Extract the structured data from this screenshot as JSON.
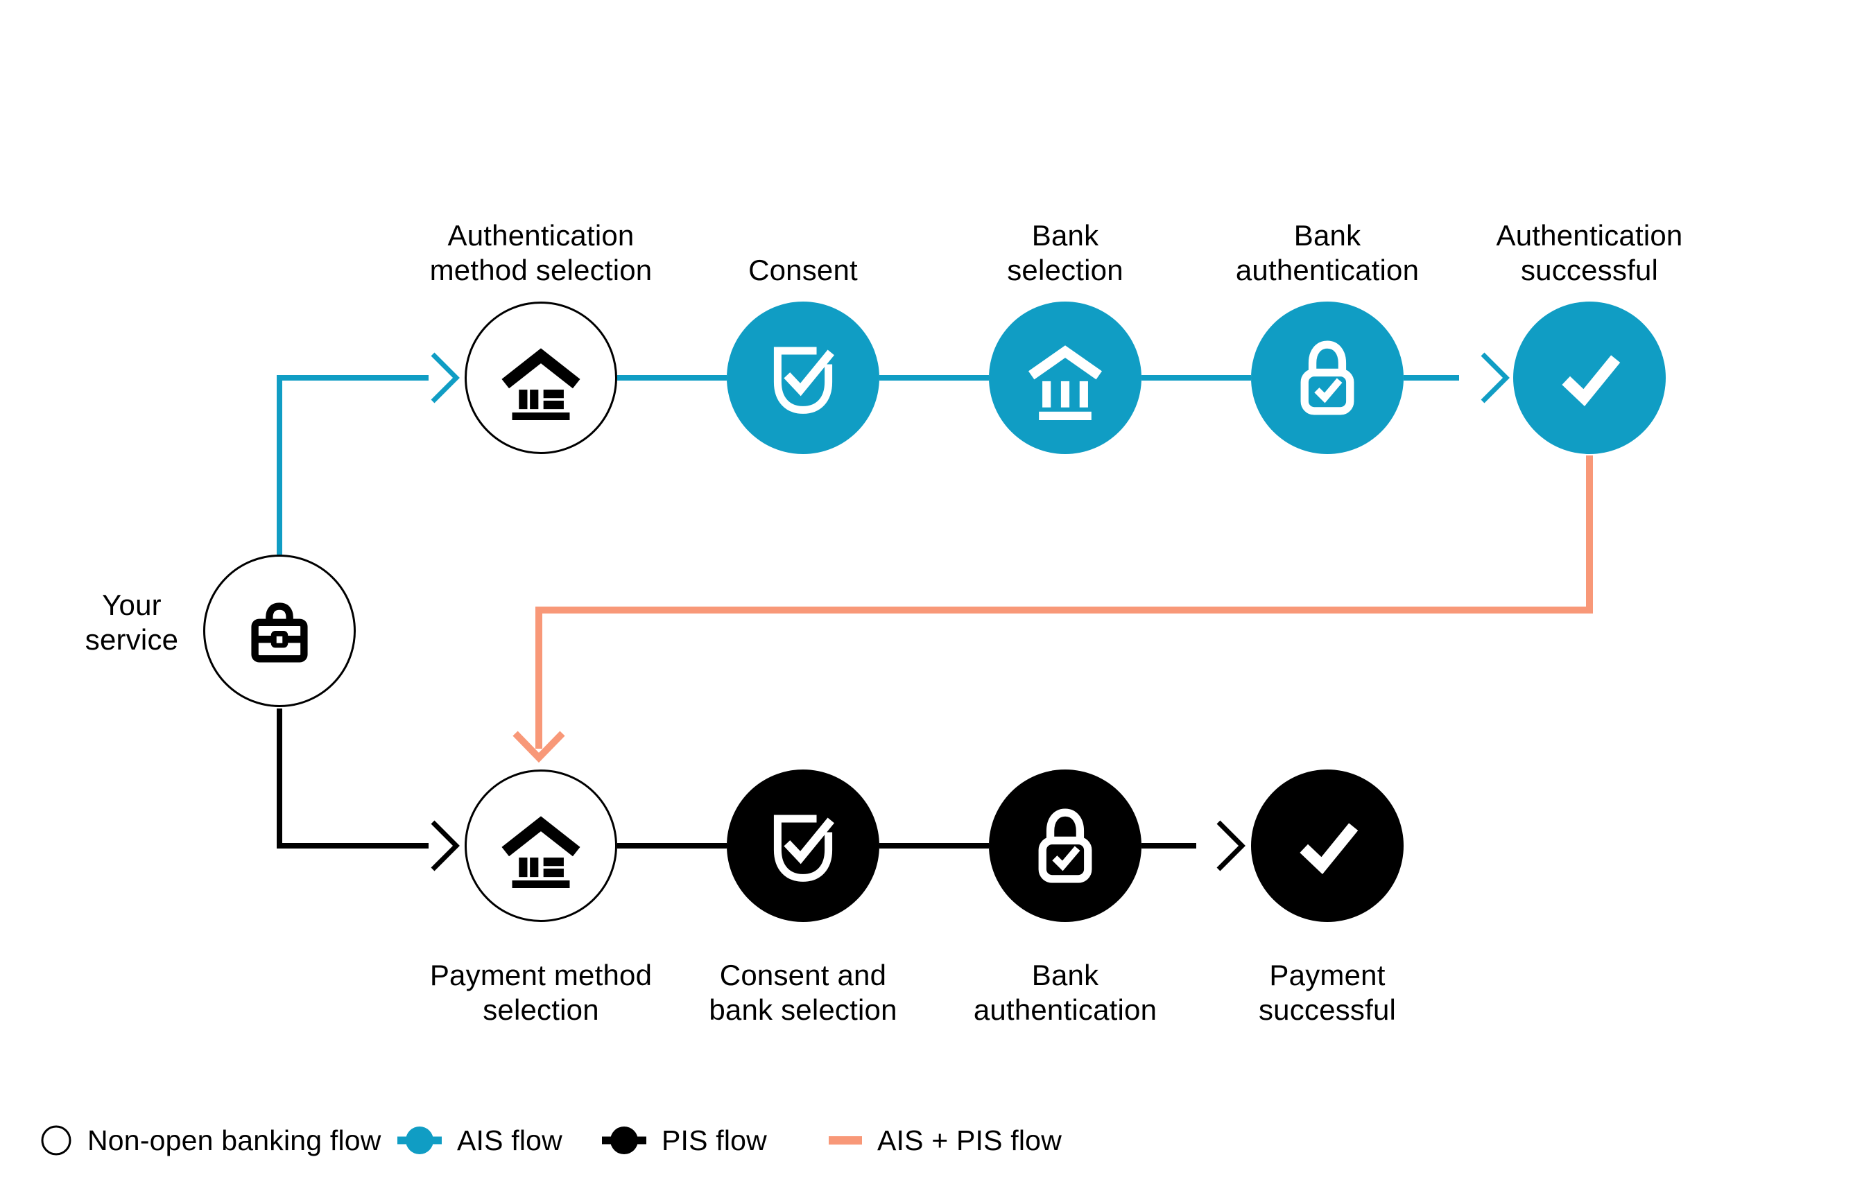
{
  "colors": {
    "ais_flow": "#109DC4",
    "pis_flow": "#000000",
    "ais_pis_flow": "#F89878",
    "non_open_node_outline": "#000000",
    "text": "#000000",
    "background": "#FFFFFF"
  },
  "your_service": {
    "label": "Your\nservice"
  },
  "ais_flow_steps": [
    {
      "label": "Authentication\nmethod selection",
      "icon": "bank-icon",
      "style": "non-open"
    },
    {
      "label": "Consent",
      "icon": "shield-check-icon",
      "style": "ais"
    },
    {
      "label": "Bank\nselection",
      "icon": "bank-columns-icon",
      "style": "ais"
    },
    {
      "label": "Bank\nauthentication",
      "icon": "lock-check-icon",
      "style": "ais"
    },
    {
      "label": "Authentication\nsuccessful",
      "icon": "check-icon",
      "style": "ais"
    }
  ],
  "pis_flow_steps": [
    {
      "label": "Payment method\nselection",
      "icon": "bank-icon",
      "style": "non-open"
    },
    {
      "label": "Consent and\nbank selection",
      "icon": "shield-check-icon",
      "style": "pis"
    },
    {
      "label": "Bank\nauthentication",
      "icon": "lock-check-icon",
      "style": "pis"
    },
    {
      "label": "Payment\nsuccessful",
      "icon": "check-icon",
      "style": "pis"
    }
  ],
  "legend": [
    {
      "label": "Non-open banking flow",
      "marker": "outline-circle"
    },
    {
      "label": "AIS flow",
      "marker": "ais-node"
    },
    {
      "label": "PIS flow",
      "marker": "pis-node"
    },
    {
      "label": "AIS + PIS flow",
      "marker": "ais-pis-dash"
    }
  ]
}
